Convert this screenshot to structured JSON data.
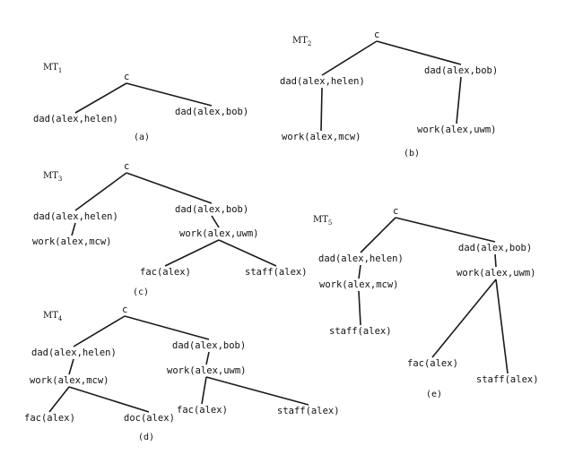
{
  "trees": [
    {
      "title": "MT",
      "sub": "1",
      "caption": "(a)",
      "nodes": [
        {
          "id": "c",
          "label": "c"
        },
        {
          "id": "n1",
          "label": "dad(alex,helen)"
        },
        {
          "id": "n2",
          "label": "dad(alex,bob)"
        }
      ],
      "edges": [
        [
          "c",
          "n1"
        ],
        [
          "c",
          "n2"
        ]
      ]
    },
    {
      "title": "MT",
      "sub": "2",
      "caption": "(b)",
      "nodes": [
        {
          "id": "c",
          "label": "c"
        },
        {
          "id": "n1",
          "label": "dad(alex,helen)"
        },
        {
          "id": "n2",
          "label": "dad(alex,bob)"
        },
        {
          "id": "n3",
          "label": "work(alex,mcw)"
        },
        {
          "id": "n4",
          "label": "work(alex,uwm)"
        }
      ],
      "edges": [
        [
          "c",
          "n1"
        ],
        [
          "c",
          "n2"
        ],
        [
          "n1",
          "n3"
        ],
        [
          "n2",
          "n4"
        ]
      ]
    },
    {
      "title": "MT",
      "sub": "3",
      "caption": "(c)",
      "nodes": [
        {
          "id": "c",
          "label": "c"
        },
        {
          "id": "n1",
          "label": "dad(alex,helen)"
        },
        {
          "id": "n2",
          "label": "dad(alex,bob)"
        },
        {
          "id": "n3",
          "label": "work(alex,mcw)"
        },
        {
          "id": "n4",
          "label": "work(alex,uwm)"
        },
        {
          "id": "n5",
          "label": "fac(alex)"
        },
        {
          "id": "n6",
          "label": "staff(alex)"
        }
      ],
      "edges": [
        [
          "c",
          "n1"
        ],
        [
          "c",
          "n2"
        ],
        [
          "n1",
          "n3"
        ],
        [
          "n2",
          "n4"
        ],
        [
          "n4",
          "n5"
        ],
        [
          "n4",
          "n6"
        ]
      ]
    },
    {
      "title": "MT",
      "sub": "4",
      "caption": "(d)",
      "nodes": [
        {
          "id": "c",
          "label": "c"
        },
        {
          "id": "n1",
          "label": "dad(alex,helen)"
        },
        {
          "id": "n2",
          "label": "dad(alex,bob)"
        },
        {
          "id": "n3",
          "label": "work(alex,mcw)"
        },
        {
          "id": "n4",
          "label": "work(alex,uwm)"
        },
        {
          "id": "n5",
          "label": "fac(alex)"
        },
        {
          "id": "n6",
          "label": "doc(alex)"
        },
        {
          "id": "n7",
          "label": "fac(alex)"
        },
        {
          "id": "n8",
          "label": "staff(alex)"
        }
      ],
      "edges": [
        [
          "c",
          "n1"
        ],
        [
          "c",
          "n2"
        ],
        [
          "n1",
          "n3"
        ],
        [
          "n2",
          "n4"
        ],
        [
          "n3",
          "n5"
        ],
        [
          "n3",
          "n6"
        ],
        [
          "n4",
          "n7"
        ],
        [
          "n4",
          "n8"
        ]
      ]
    },
    {
      "title": "MT",
      "sub": "5",
      "caption": "(e)",
      "nodes": [
        {
          "id": "c",
          "label": "c"
        },
        {
          "id": "n1",
          "label": "dad(alex,helen)"
        },
        {
          "id": "n2",
          "label": "dad(alex,bob)"
        },
        {
          "id": "n3",
          "label": "work(alex,mcw)"
        },
        {
          "id": "n4",
          "label": "work(alex,uwm)"
        },
        {
          "id": "n5",
          "label": "staff(alex)"
        },
        {
          "id": "n6",
          "label": "fac(alex)"
        },
        {
          "id": "n7",
          "label": "staff(alex)"
        }
      ],
      "edges": [
        [
          "c",
          "n1"
        ],
        [
          "c",
          "n2"
        ],
        [
          "n1",
          "n3"
        ],
        [
          "n2",
          "n4"
        ],
        [
          "n3",
          "n5"
        ],
        [
          "n4",
          "n6"
        ],
        [
          "n4",
          "n7"
        ]
      ]
    }
  ]
}
